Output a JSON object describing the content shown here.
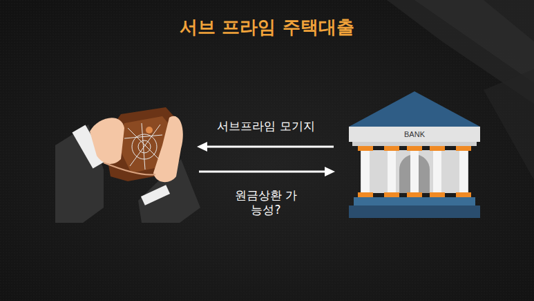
{
  "diagram": {
    "title": "서브 프라임 주택대출",
    "nodes": [
      {
        "text": [
          "BANK"
        ]
      }
    ],
    "labels": [
      "서브프라임 모기지",
      "원금상환 가능성?"
    ]
  }
}
